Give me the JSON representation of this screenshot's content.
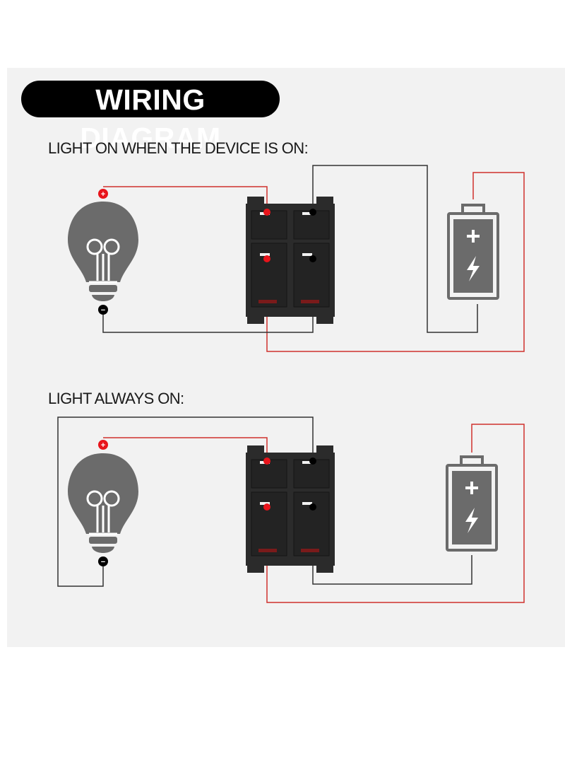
{
  "title": "WIRING DIAGRAM",
  "sections": [
    {
      "label": "LIGHT ON WHEN THE DEVICE IS ON:"
    },
    {
      "label": "LIGHT ALWAYS ON:"
    }
  ],
  "symbols": {
    "positive": "+",
    "negative": "−"
  },
  "colors": {
    "panel": "#f2f2f2",
    "wire_red": "#d0312d",
    "wire_black": "#333333",
    "icon_gray": "#6b6b6b",
    "switch_body": "#2b2b2b",
    "terminal_red": "#e8141b"
  },
  "icons": [
    "light-bulb-icon",
    "battery-icon",
    "rocker-switch-icon"
  ]
}
